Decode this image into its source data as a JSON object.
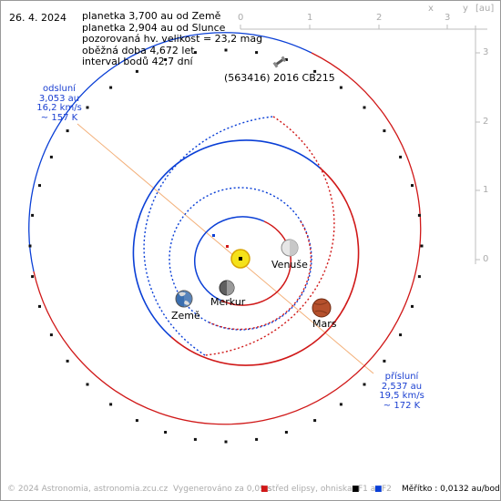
{
  "date": "26. 4. 2024",
  "info_lines": [
    "planetka 3,700 au od Země",
    "planetka 2,904 au od Slunce",
    "pozorovaná hv. velikost = 23,2 mag",
    "oběžná doba 4,672 let",
    "interval bodů 42,7 dní"
  ],
  "object_name": "(563416) 2016 CB215",
  "aphelion": {
    "title": "odsluní",
    "distance": "3,053 au",
    "speed": "16,2 km/s",
    "temperature": "~ 157 K"
  },
  "perihelion": {
    "title": "přísluní",
    "distance": "2,537 au",
    "speed": "19,5 km/s",
    "temperature": "~ 172 K"
  },
  "planets": [
    {
      "name": "Venuše",
      "color": "#d9d9d9"
    },
    {
      "name": "Merkur",
      "color": "#7a7a7a"
    },
    {
      "name": "Země",
      "color": "#3b6fb0"
    },
    {
      "name": "Mars",
      "color": "#b5502c"
    }
  ],
  "axes": {
    "x_letter": "x",
    "y_letter": "y",
    "unit": "[au]",
    "x_ticks": [
      "0",
      "1",
      "2",
      "3"
    ],
    "y_ticks": [
      "3",
      "2",
      "1",
      "0"
    ]
  },
  "footer": {
    "copyright": "© 2024 Astronomia, astronomia.zcu.cz",
    "generated": "Vygenerováno za 0,09 s",
    "legend_center": "střed elipsy, ohniska",
    "legend_f1": "F1 a",
    "legend_f2": "F2",
    "scale": "Měřítko : 0,0132 au/bod"
  },
  "colors": {
    "above_ecliptic": "#0a3fd6",
    "below_ecliptic": "#d01818",
    "apsis_line": "#f3b07a",
    "sun": "#f5e21a",
    "muted": "#aaaaaa"
  }
}
